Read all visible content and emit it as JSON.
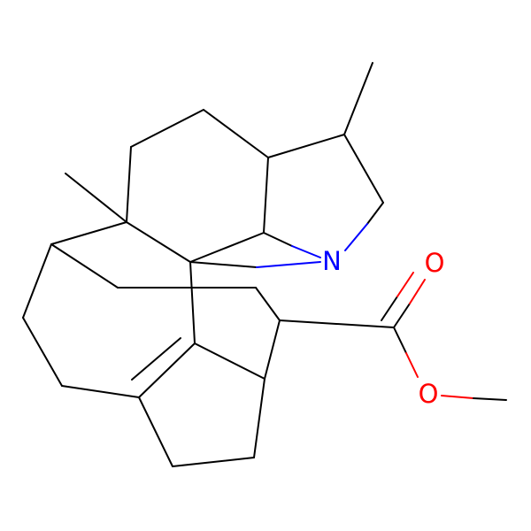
{
  "molecule": {
    "atoms": {
      "nitrogen": {
        "symbol": "N",
        "color": "#0000ff"
      },
      "carbonyl_oxygen": {
        "symbol": "O",
        "color": "#ff0000"
      },
      "ester_oxygen": {
        "symbol": "O",
        "color": "#ff0000"
      }
    },
    "colors": {
      "carbon_bond": "#000000",
      "nitrogen": "#0000ff",
      "oxygen": "#ff0000",
      "background": "#ffffff"
    }
  }
}
